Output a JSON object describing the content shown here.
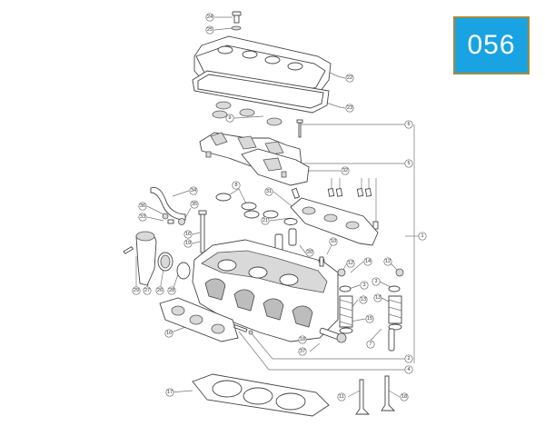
{
  "badge": {
    "code": "056",
    "color": "#1aa3e2",
    "border": "#a88a3c"
  },
  "callouts": [
    "24",
    "25",
    "22",
    "23",
    "9",
    "6",
    "5",
    "32",
    "31",
    "34",
    "8",
    "36",
    "35",
    "33",
    "21",
    "16",
    "19",
    "20",
    "10",
    "27",
    "12",
    "14",
    "3",
    "13",
    "15",
    "29",
    "26",
    "28",
    "18",
    "37",
    "7",
    "2",
    "4",
    "1",
    "17",
    "11"
  ]
}
